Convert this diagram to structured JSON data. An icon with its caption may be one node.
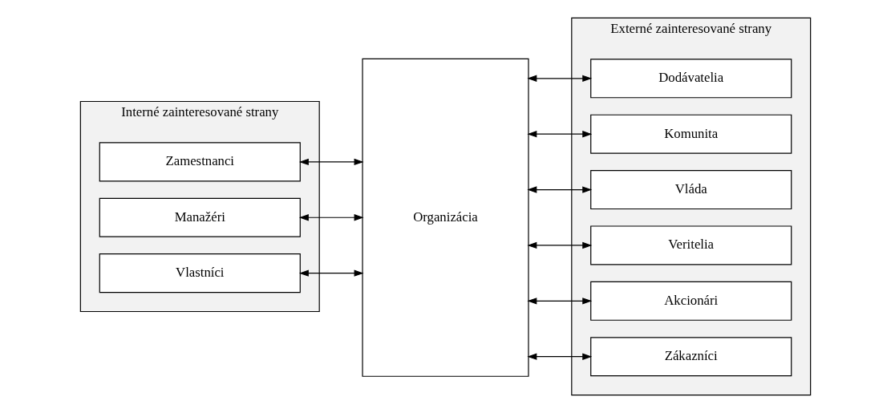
{
  "diagram": {
    "nodes": [
      {
        "text": [
          "Interné zainteresované strany"
        ]
      },
      {
        "text": [
          "Zamestnanci"
        ],
        "in": 0
      },
      {
        "text": [
          "Manažéri"
        ],
        "in": 0
      },
      {
        "text": [
          "Vlastníci"
        ],
        "in": 0
      },
      {
        "text": [
          "Organizácia"
        ]
      },
      {
        "text": [
          "Externé zainteresované strany"
        ]
      },
      {
        "text": [
          "Dodávatelia"
        ],
        "in": 5
      },
      {
        "text": [
          "Komunita"
        ],
        "in": 5
      },
      {
        "text": [
          "Vláda"
        ],
        "in": 5
      },
      {
        "text": [
          "Veritelia"
        ],
        "in": 5
      },
      {
        "text": [
          "Akcionári"
        ],
        "in": 5
      },
      {
        "text": [
          "Zákazníci"
        ],
        "in": 5
      }
    ],
    "edges": [
      {
        "from": 1,
        "to": 4,
        "arrow": "both"
      },
      {
        "from": 2,
        "to": 4,
        "arrow": "both"
      },
      {
        "from": 3,
        "to": 4,
        "arrow": "both"
      },
      {
        "from": 4,
        "to": 6,
        "arrow": "both"
      },
      {
        "from": 4,
        "to": 7,
        "arrow": "both"
      },
      {
        "from": 4,
        "to": 8,
        "arrow": "both"
      },
      {
        "from": 4,
        "to": 9,
        "arrow": "both"
      },
      {
        "from": 4,
        "to": 10,
        "arrow": "both"
      },
      {
        "from": 4,
        "to": 11,
        "arrow": "both"
      }
    ]
  }
}
